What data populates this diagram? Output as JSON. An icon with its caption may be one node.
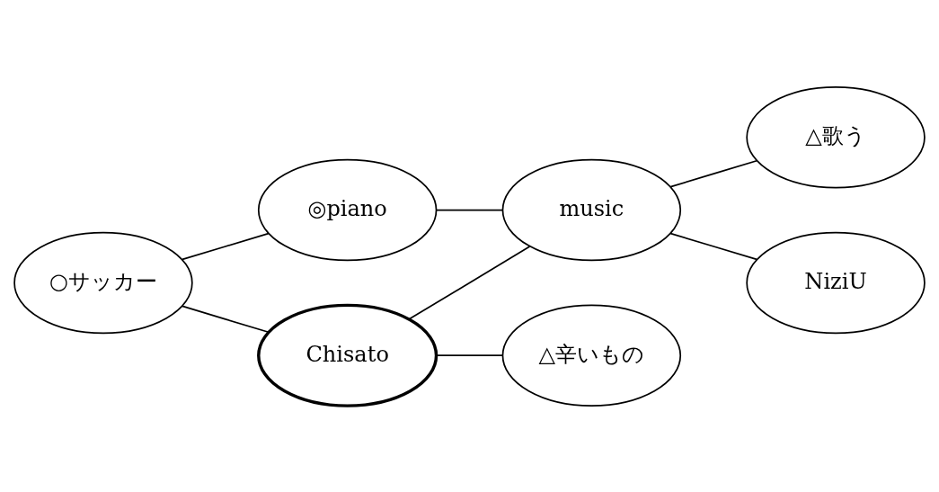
{
  "diagram": {
    "nodes": [
      {
        "text": [
          "◎piano"
        ]
      },
      {
        "text": [
          "△歌う"
        ]
      },
      {
        "text": [
          "○サッカー"
        ]
      },
      {
        "text": [
          "music"
        ]
      },
      {
        "text": [
          "Chisato"
        ]
      },
      {
        "text": [
          "NiziU"
        ]
      },
      {
        "text": [
          "△辛いもの"
        ]
      }
    ],
    "edges": [
      {
        "from": 2,
        "to": 0,
        "arrow": "none"
      },
      {
        "from": 0,
        "to": 3,
        "arrow": "none"
      },
      {
        "from": 3,
        "to": 1,
        "arrow": "none"
      },
      {
        "from": 2,
        "to": 4,
        "arrow": "none"
      },
      {
        "from": 4,
        "to": 3,
        "arrow": "none"
      },
      {
        "from": 3,
        "to": 5,
        "arrow": "none"
      },
      {
        "from": 4,
        "to": 6,
        "arrow": "none"
      }
    ]
  }
}
